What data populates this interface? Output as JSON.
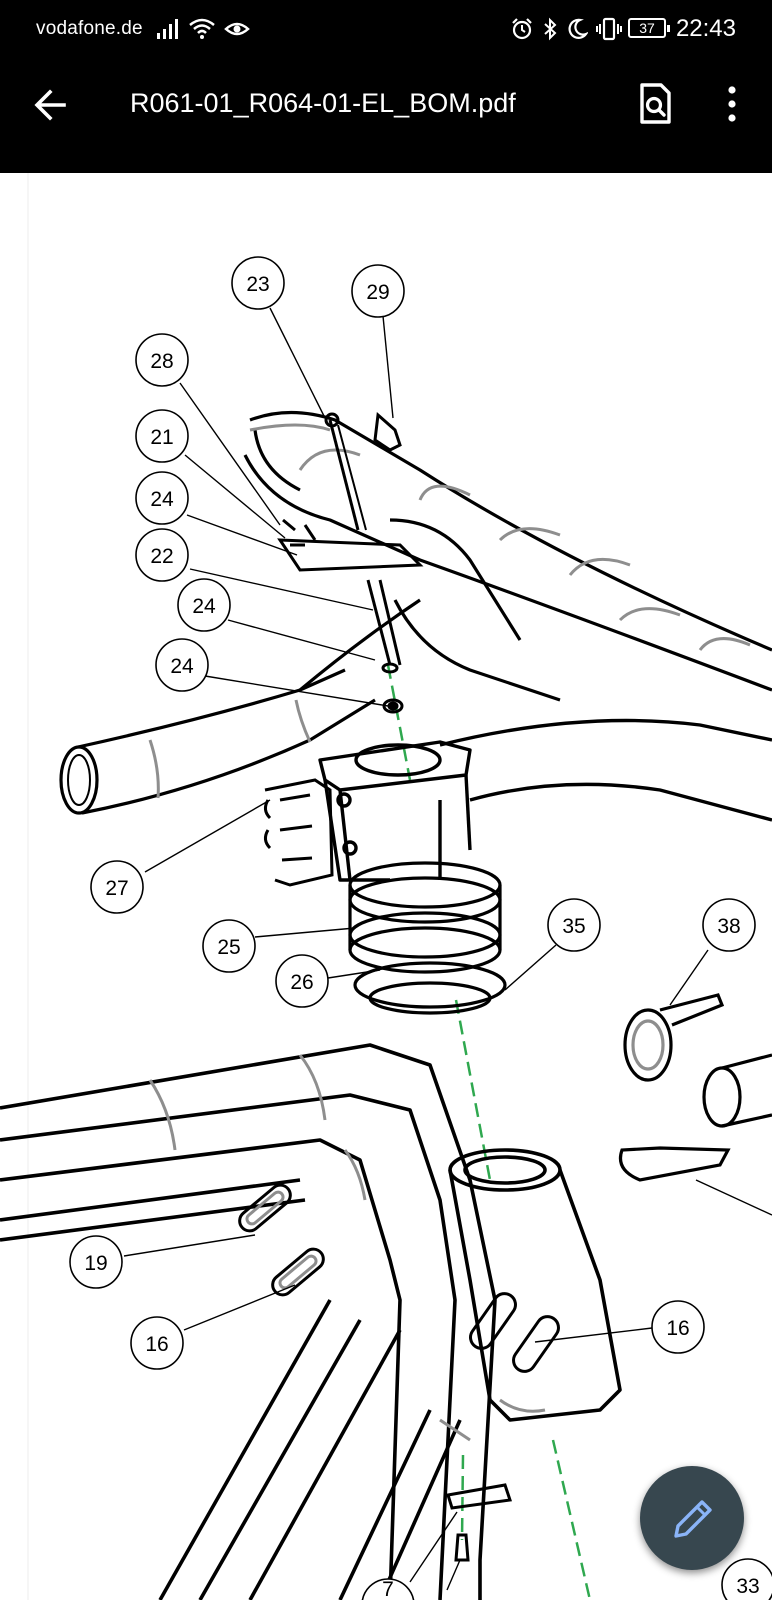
{
  "status_bar": {
    "carrier": "vodafone.de",
    "battery": "37",
    "time": "22:43",
    "icons": [
      "signal-icon",
      "wifi-icon",
      "eye-icon",
      "alarm-icon",
      "bluetooth-icon",
      "moon-icon",
      "vibrate-icon",
      "battery-icon"
    ]
  },
  "app_bar": {
    "title": "R061-01_R064-01-EL_BOM.pdf",
    "icons": [
      "back-arrow-icon",
      "find-in-page-icon",
      "more-vert-icon"
    ]
  },
  "drawing": {
    "callouts": [
      "23",
      "29",
      "28",
      "21",
      "24",
      "22",
      "24",
      "24",
      "27",
      "25",
      "26",
      "35",
      "38",
      "19",
      "16",
      "16",
      "7",
      "33"
    ]
  },
  "fab": {
    "icon": "pencil-icon"
  },
  "colors": {
    "bars": "#000000",
    "fab": "#37474f",
    "pencil": "#8ab4f8",
    "centerline": "#2fa84f"
  }
}
